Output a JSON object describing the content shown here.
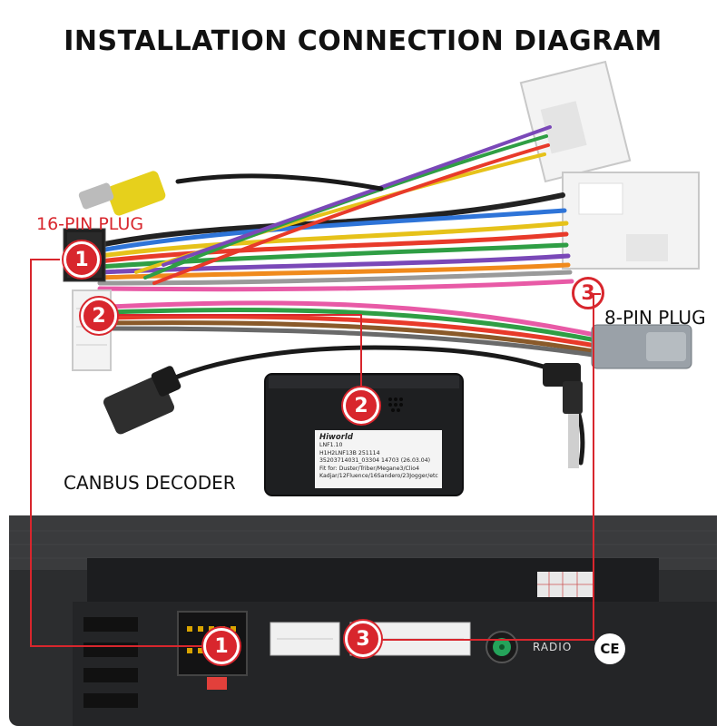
{
  "title": "INSTALLATION CONNECTION DIAGRAM",
  "labels": {
    "plug16": "16-PIN PLUG",
    "plug8": "8-PIN PLUG",
    "decoder": "CANBUS DECODER",
    "radio": "RADIO",
    "ce": "CE"
  },
  "markers": {
    "one": "1",
    "two": "2",
    "three": "3"
  },
  "decoder_label": {
    "brand": "Hiworld",
    "line1": "LNF1.10",
    "line2": "H1H2LNF13B   251114",
    "line3": "35203714031_03304 14703 (26.03.04)",
    "line4": "Fit for:  Duster/Triber/Megane3/Clio4",
    "line5": "Kadjar/12Fluence/16Sandero/23Jogger/etc"
  },
  "colors": {
    "accent_red": "#d8262d",
    "connector_white": "#f2f2f2",
    "decoder_black": "#1e1f21",
    "radio_back": "#2a2b2d"
  }
}
